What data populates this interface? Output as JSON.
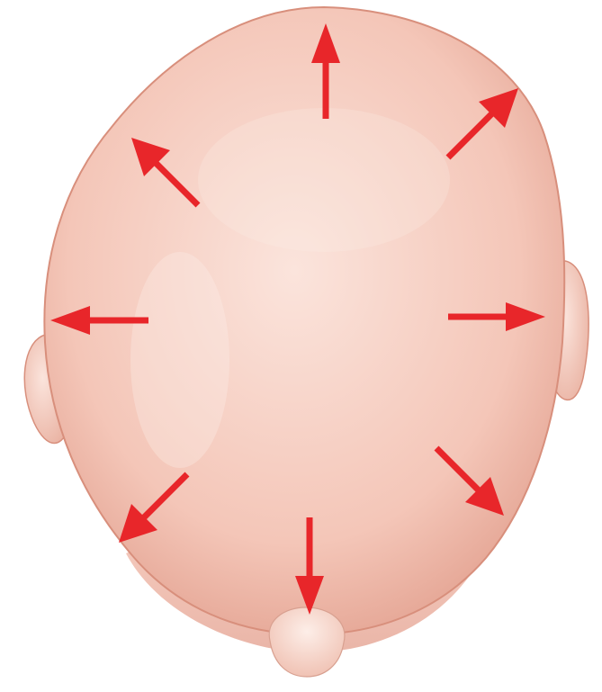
{
  "diagram": {
    "subject": "top-view-head",
    "colors": {
      "skin_light": "#fbe4dc",
      "skin_mid": "#f4c6b8",
      "skin_dark": "#e4a493",
      "outline": "#d88f7c",
      "arrow": "#e8262a"
    },
    "arrows": [
      {
        "name": "arrow-up",
        "direction": "up"
      },
      {
        "name": "arrow-up-right",
        "direction": "up-right"
      },
      {
        "name": "arrow-right",
        "direction": "right"
      },
      {
        "name": "arrow-down-right",
        "direction": "down-right"
      },
      {
        "name": "arrow-down",
        "direction": "down"
      },
      {
        "name": "arrow-down-left",
        "direction": "down-left"
      },
      {
        "name": "arrow-left",
        "direction": "left"
      },
      {
        "name": "arrow-up-left",
        "direction": "up-left"
      }
    ]
  }
}
